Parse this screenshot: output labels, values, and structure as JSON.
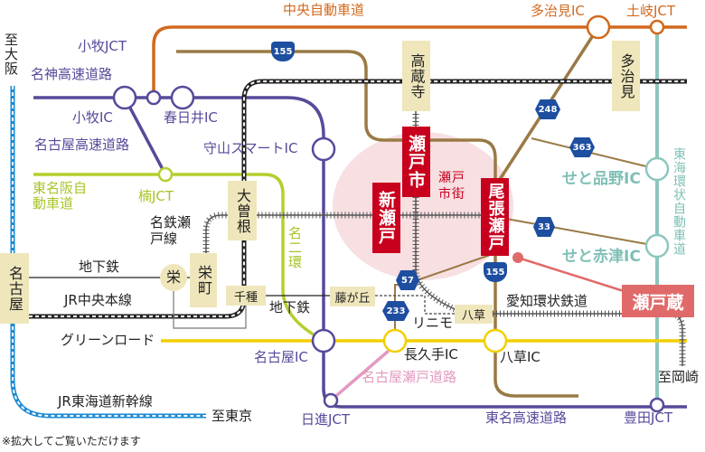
{
  "expressways": {
    "chuo": "中央自動車道",
    "meishin": "名神高速道路",
    "nagoya_expwy": "名古屋高速道路",
    "tomeihan": "東名阪自動車道",
    "meinikan": "名二環",
    "tokai_loop": "東海環状自動車道",
    "tomei": "東名高速道路",
    "nagoya_seto": "名古屋瀬戸道路",
    "green_road": "グリーンロード"
  },
  "interchanges": {
    "komaki_jct": "小牧JCT",
    "komaki_ic": "小牧IC",
    "kasugai_ic": "春日井IC",
    "moriyama_ic": "守山スマートIC",
    "kusu_jct": "楠JCT",
    "tajimi_ic": "多治見IC",
    "toki_jct": "土岐JCT",
    "seto_shinano_ic": "せと品野IC",
    "seto_akazu_ic": "せと赤津IC",
    "nagoya_ic": "名古屋IC",
    "nisshin_jct": "日進JCT",
    "nagakute_ic": "長久手IC",
    "yakusa_ic": "八草IC",
    "toyota_jct": "豊田JCT"
  },
  "routes": {
    "r155_top": "155",
    "r155_bottom": "155",
    "r248": "248",
    "r363": "363",
    "r33": "33",
    "r57": "57",
    "r233": "233"
  },
  "railways": {
    "meitetsu_seto": "名鉄瀬戸線",
    "subway1": "地下鉄",
    "subway2": "地下鉄",
    "jr_chuo": "JR中央本線",
    "shinkansen": "JR東海道新幹線",
    "aichi_loop": "愛知環状鉄道",
    "linimo": "リニモ"
  },
  "stations": {
    "nagoya": "名古屋",
    "sakae": "栄",
    "sakaemachi": "栄町",
    "ozone": "大曽根",
    "chikusa": "千種",
    "fujigaoka": "藤が丘",
    "yakusa": "八草",
    "kozoji": "高蔵寺",
    "tajimi": "多治見",
    "setoshi": "瀬戸市",
    "shinseto": "新瀬戸",
    "owariseto": "尾張瀬戸"
  },
  "destinations": {
    "osaka": "至大阪",
    "tokyo": "至東京",
    "okazaki": "至岡崎"
  },
  "area": {
    "seto_city": "瀬戸市街"
  },
  "landmark": {
    "setogura": "瀬戸蔵"
  },
  "note": "※拡大してご覧いただけます",
  "colors": {
    "purple": "#574a9a",
    "orange": "#d2691e",
    "green": "#b5cf2f",
    "teal": "#8cc6be",
    "brown": "#9a7a45",
    "yellow": "#f2cf00",
    "pink": "#e39ac0",
    "blue": "#1a8ad4",
    "red": "#c8001e",
    "setogura": "#e06a6a"
  }
}
